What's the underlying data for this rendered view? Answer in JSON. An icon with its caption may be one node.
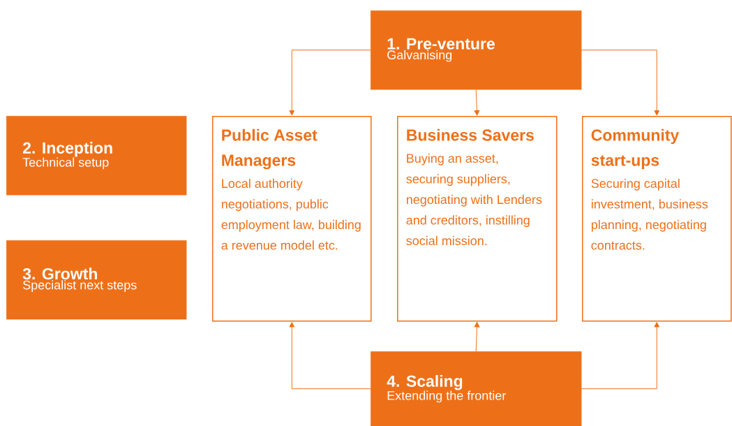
{
  "diagram": {
    "nodes": [
      {
        "text": [
          "1. Pre-venture",
          "Galvanising"
        ]
      },
      {
        "text": [
          "2. Inception",
          "Technical setup"
        ]
      },
      {
        "text": [
          "3. Growth",
          "Specialist next steps"
        ]
      },
      {
        "text": [
          "Public Asset Managers",
          "Local authority negotiations, public employment law, building a revenue model etc."
        ]
      },
      {
        "text": [
          "Business Savers",
          "Buying an asset, securing suppliers, negotiating with Lenders and creditors, instilling social mission."
        ]
      },
      {
        "text": [
          "Community start-ups",
          "Securing capital investment, business planning, negotiating contracts."
        ]
      },
      {
        "text": [
          "4. Scaling",
          "Extending the frontier"
        ]
      }
    ],
    "edges": [
      {
        "from": 0,
        "to": 3,
        "arrow": "to"
      },
      {
        "from": 0,
        "to": 4,
        "arrow": "to"
      },
      {
        "from": 0,
        "to": 5,
        "arrow": "to"
      },
      {
        "from": 6,
        "to": 3,
        "arrow": "to"
      },
      {
        "from": 6,
        "to": 4,
        "arrow": "to"
      },
      {
        "from": 6,
        "to": 5,
        "arrow": "to"
      }
    ]
  }
}
